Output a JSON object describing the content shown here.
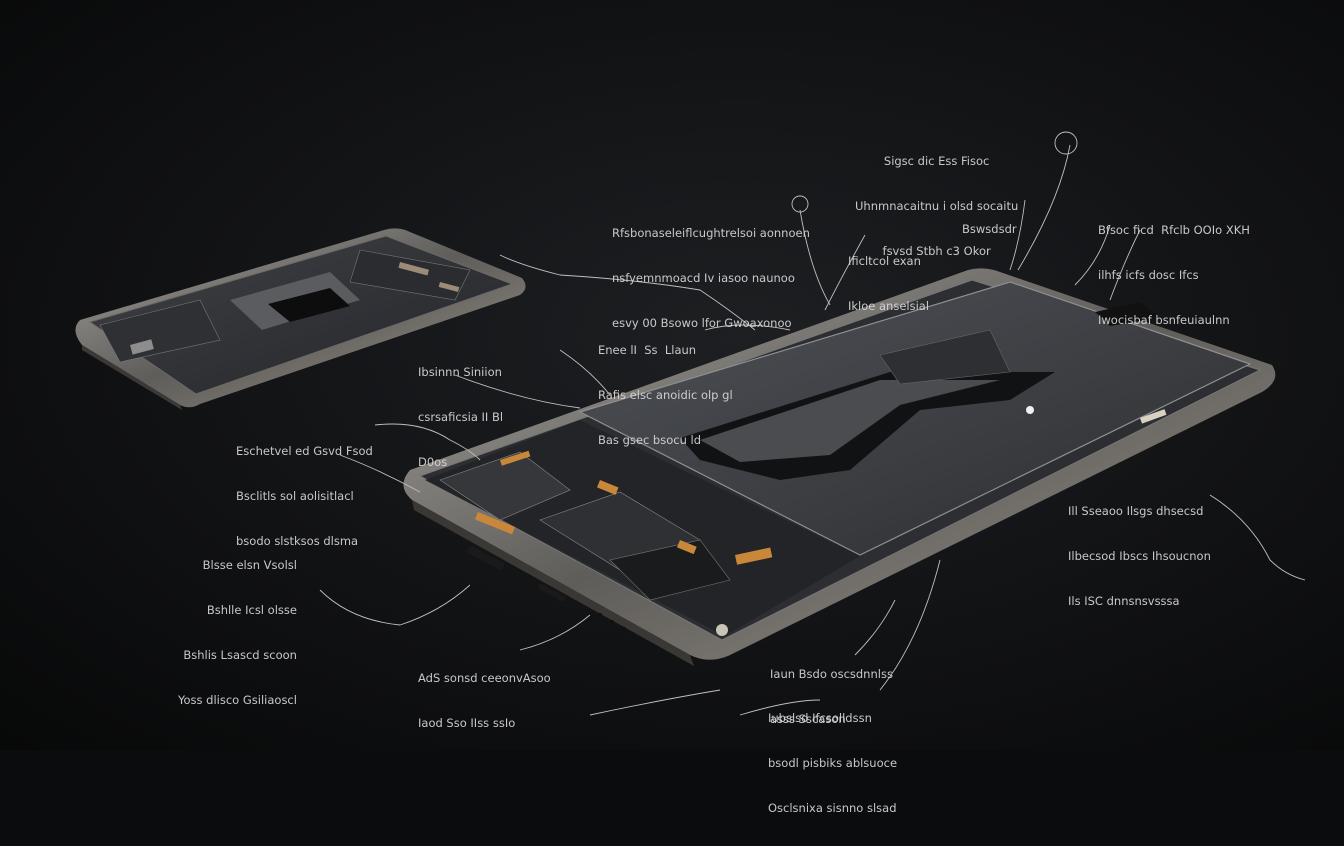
{
  "image": {
    "subject": "exploded-view-smartphone",
    "colors": {
      "background": "#0b0c0d",
      "frame": "#8a8a88",
      "copper": "#c9873a",
      "callout_line": "#bfbfbf",
      "callout_text": "#d8d8d8"
    },
    "callouts": [
      {
        "id": "c1",
        "lines": [
          "Sigsc dic Ess Fisoc",
          "Uhnmnacaitnu i olsd socaitu",
          "fsvsd Stbh c3 Okor"
        ]
      },
      {
        "id": "c2",
        "lines": [
          "Bswsdsdr"
        ]
      },
      {
        "id": "c3",
        "lines": [
          "Rfsbonaseleiflcughtrelsoi aonnoen",
          "nsfyemnmoacd Iv iasoo naunoo",
          "esvy 00 Bsowo lfor Gwoaxonoo"
        ]
      },
      {
        "id": "c4",
        "lines": [
          "Ificltcol exan",
          "Ikloe anselsial"
        ]
      },
      {
        "id": "c5",
        "lines": [
          "Bfsoc ficd  Rfclb OOIo XKH",
          "ilhfs icfs dosc Ifcs",
          "Iwocisbaf bsnfeuiaulnn"
        ]
      },
      {
        "id": "c6",
        "lines": [
          "Enee lI  Ss  Llaun",
          "Rafis elsc anoidic olp gl",
          "Bas gsec bsocu ld"
        ]
      },
      {
        "id": "c7",
        "lines": [
          "Ibsinnn Siniion",
          "csrsaficsia II Bl",
          "D0os"
        ]
      },
      {
        "id": "c8",
        "lines": [
          "Eschetvel ed Gsvd Fsod",
          "Bsclitls sol aolisitlacl",
          "bsodo slstksos dlsma"
        ]
      },
      {
        "id": "c9",
        "lines": [
          "Ill Sseaoo Ilsgs dhsecsd",
          "Ilbecsod Ibscs Ihsoucnon",
          "Ils ISC dnnsnsvsssa"
        ]
      },
      {
        "id": "c10",
        "lines": [
          "Blsse elsn Vsolsl",
          "Bshlle Icsl olsse",
          "Bshlis Lsascd scoon",
          "Yoss dlisco Gsiliaoscl"
        ]
      },
      {
        "id": "c11",
        "lines": [
          "AdS sonsd ceeonvAsoo",
          "Iaod Sso IIss ssIo"
        ]
      },
      {
        "id": "c12",
        "lines": [
          "Iaun Bsdo oscsdnnlss",
          "asss Sscason"
        ]
      },
      {
        "id": "c13",
        "lines": [
          "Iubslsd Ifcsolldssn",
          "bsodl pisbiks ablsuoce",
          "Osclsnixa sisnno slsad"
        ]
      }
    ]
  }
}
